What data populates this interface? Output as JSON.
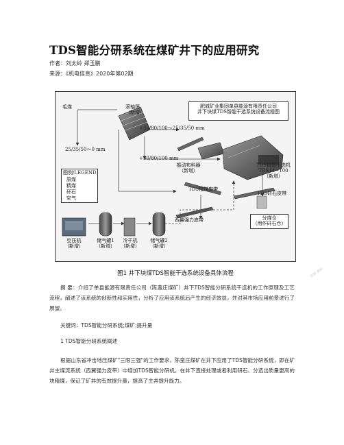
{
  "article": {
    "title": "TDS智能分研系统在煤矿井下的应用研究",
    "authors": "作者：刘太岭 郑玉鹏",
    "source": "来源：《机电信息》2020年第02期"
  },
  "figure": {
    "labels": {
      "raw_coal": "毛煤",
      "roller_sieve": "滚轴筛\n（新增）",
      "company_title": "肥城矿业集团单县能源有限责任公司\n井下块煤TDS智能干选系统设备流程图",
      "size_top": "+50/80/100～25/35/50 mm",
      "size_left": "25/35/50～0 mm",
      "size_mid": "+50/80/100 mm",
      "vibrating_feeder": "振动布料器\n（新增）",
      "tds_machine": "TDS智能干选机\nTDS14~100\n（新增）",
      "legend_title": "图例/LEGEND",
      "legend_items": [
        "原煤",
        "精煤",
        "矸石",
        "空气"
      ],
      "clean_belt": "TDS精煤皮带",
      "gangue_belt": "TDS矸石皮带",
      "strong_belt": "西翼强力皮带",
      "air_compressor": "空压机\n（新增）",
      "air_tank1": "储气罐1\n（新增）",
      "dryer": "冷干机\n（新增）",
      "air_tank2": "储气罐2\n（新增）",
      "bin": "分煤仓\n（用作矸石仓）"
    },
    "caption": "图1   井下块煤TDS智能干选系统设备具体流程"
  },
  "body": {
    "abstract": "摘 要：介绍了单县能源有限责任公司（陈蛮庄煤矿）井下TDS智能分研系统干选机的工作原理及工艺流程，阐述了该系统的创新性和实用性，分析了应用该系统后产生的经济效益，并对其市场应用前景进行了展望。",
    "keywords": "关键词：TDS智能分研系统;煤矿;提升量",
    "section1": "1 TDS智能分研系统概述",
    "para1": "根据山东省冲击地压煤矿\"三限三强\"的工作要求，陈蛮庄煤矿在井下应用了TDS智能分研系统，即在矿井主煤流系统（西翼强力皮带）中增加TDS智能分研机，在井下直接处理或者利用研石、分选出质量更高的块精煤，保证了矿井的有效提升量，提高了主井提升能力。"
  },
  "watermark": "文档 资料"
}
